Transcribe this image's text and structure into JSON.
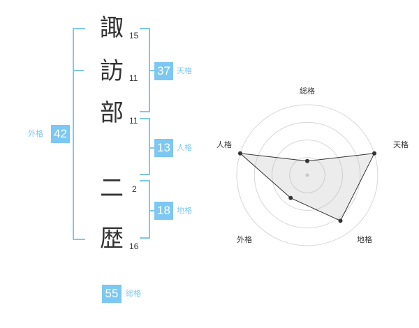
{
  "name": {
    "characters": [
      {
        "char": "諏",
        "strokes": "15"
      },
      {
        "char": "訪",
        "strokes": "11"
      },
      {
        "char": "部",
        "strokes": "11"
      },
      {
        "char": "二",
        "strokes": "2"
      },
      {
        "char": "歴",
        "strokes": "16"
      }
    ]
  },
  "fortunes": {
    "tenkaku": {
      "value": "37",
      "label": "天格"
    },
    "jinkaku": {
      "value": "13",
      "label": "人格"
    },
    "chikaku": {
      "value": "18",
      "label": "地格"
    },
    "gaikaku": {
      "value": "42",
      "label": "外格"
    },
    "soukaku": {
      "value": "55",
      "label": "総格"
    }
  },
  "accent_color": "#7cc8f2",
  "chart_data": {
    "type": "radar",
    "axes": [
      "総格",
      "天格",
      "地格",
      "外格",
      "人格"
    ],
    "values": [
      1,
      5,
      4,
      2,
      5
    ],
    "max": 5,
    "rings": 4
  }
}
